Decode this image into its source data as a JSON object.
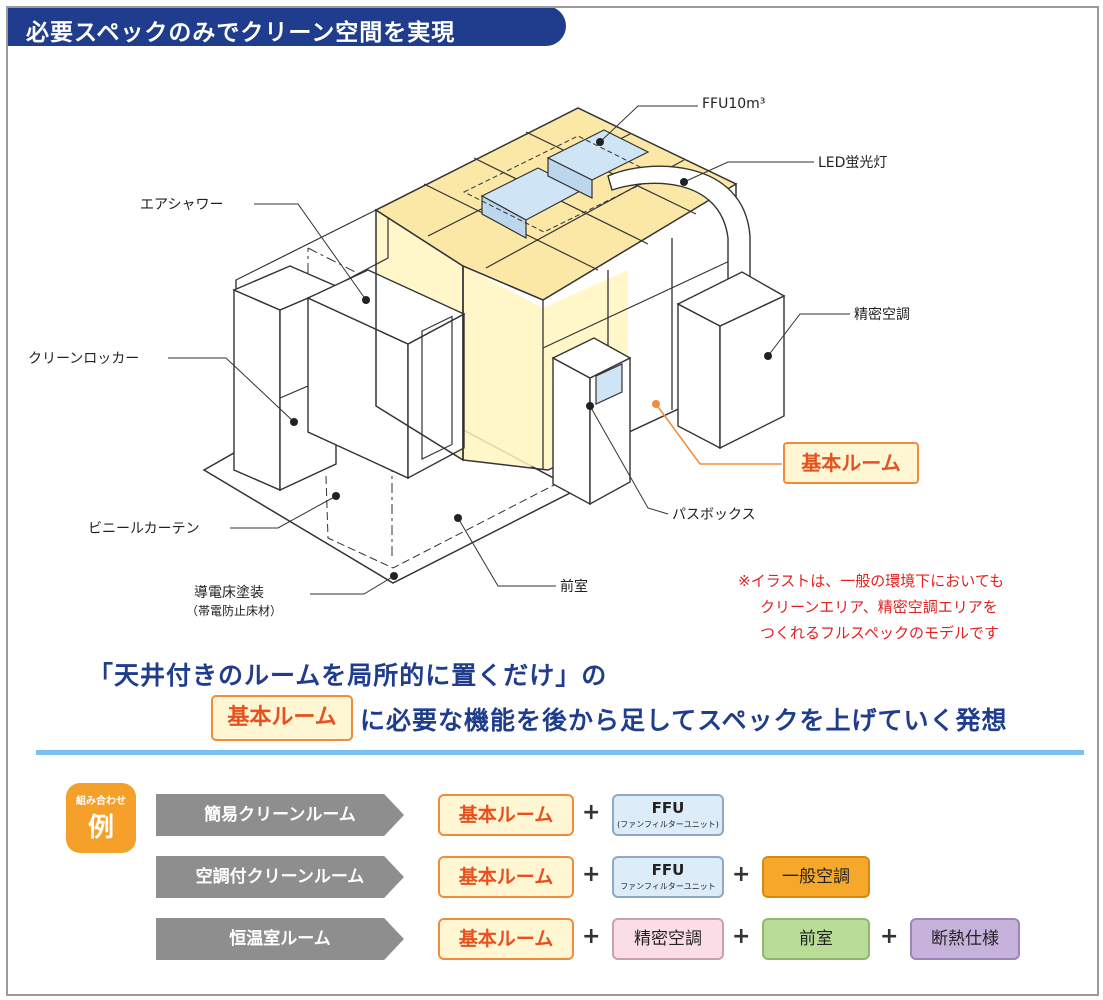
{
  "title": "必要スペックのみでクリーン空間を実現",
  "labels": {
    "ffu": "FFU10m³",
    "led": "LED蛍光灯",
    "air_shower": "エアシャワー",
    "precise_ac": "精密空調",
    "clean_locker": "クリーンロッカー",
    "vinyl_curtain": "ビニールカーテン",
    "pass_box": "パスボックス",
    "floor_coating": "導電床塗装",
    "floor_coating_sub": "（帯電防止床材）",
    "anteroom": "前室"
  },
  "kihon_callout": "基本ルーム",
  "note_lines": [
    "※イラストは、一般の環境下においても",
    "クリーンエリア、精密空調エリアを",
    "つくれるフルスペックのモデルです"
  ],
  "headline1": "「天井付きのルームを局所的に置くだけ」の",
  "headline2_box": "基本ルーム",
  "headline2_rest": "に必要な機能を後から足してスペックを上げていく発想",
  "example_badge": {
    "small": "組み合わせ",
    "big": "例"
  },
  "rows": [
    {
      "label": "簡易クリーンルーム",
      "items": [
        {
          "kind": "kihon",
          "text": "基本ルーム"
        },
        {
          "kind": "ffu",
          "text": "FFU",
          "sub": "(ファンフィルターユニット)"
        }
      ]
    },
    {
      "label": "空調付クリーンルーム",
      "items": [
        {
          "kind": "kihon",
          "text": "基本ルーム"
        },
        {
          "kind": "ffu",
          "text": "FFU",
          "sub": "ファンフィルターユニット"
        },
        {
          "kind": "general",
          "text": "一般空調"
        }
      ]
    },
    {
      "label": "恒温室ルーム",
      "items": [
        {
          "kind": "kihon",
          "text": "基本ルーム"
        },
        {
          "kind": "precise",
          "text": "精密空調"
        },
        {
          "kind": "ante",
          "text": "前室"
        },
        {
          "kind": "insul",
          "text": "断熱仕様"
        }
      ]
    }
  ],
  "plus_sign": "+",
  "colors": {
    "navy": "#1f3d8c",
    "orange": "#f08c3c",
    "cream": "#fff6d4",
    "red_note": "#e52020",
    "divider": "#79bff0"
  }
}
